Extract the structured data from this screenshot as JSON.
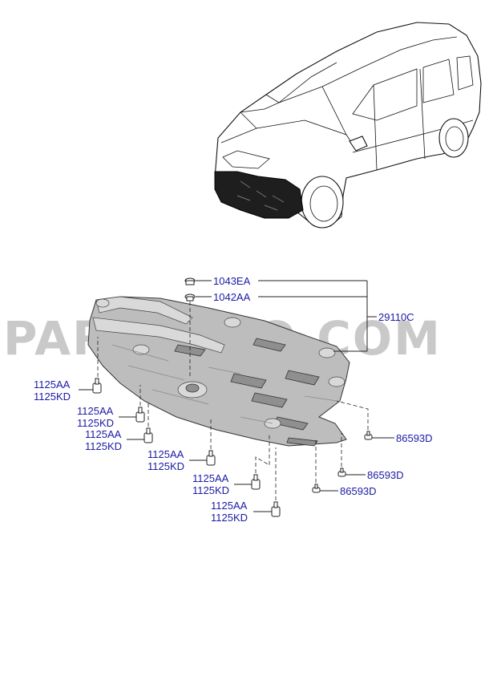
{
  "watermark": "PARTSOUQ.COM",
  "callouts": {
    "clip_1043ea": "1043EA",
    "clip_1042aa": "1042AA",
    "assembly": "29110C",
    "bolt_1_top": "1125AA",
    "bolt_1_bottom": "1125KD",
    "bolt_2_top": "1125AA",
    "bolt_2_bottom": "1125KD",
    "bolt_3_top": "1125AA",
    "bolt_3_bottom": "1125KD",
    "bolt_4_top": "1125AA",
    "bolt_4_bottom": "1125KD",
    "bolt_5_top": "1125AA",
    "bolt_5_bottom": "1125KD",
    "bolt_6_top": "1125AA",
    "bolt_6_bottom": "1125KD",
    "screw_1": "86593D",
    "screw_2": "86593D",
    "screw_3": "86593D"
  },
  "colors": {
    "label_text": "#1a1aa6",
    "highlight_part": "#1e1e1e",
    "undercover": "#bdbdbd",
    "watermark": "#c9c9c9"
  }
}
